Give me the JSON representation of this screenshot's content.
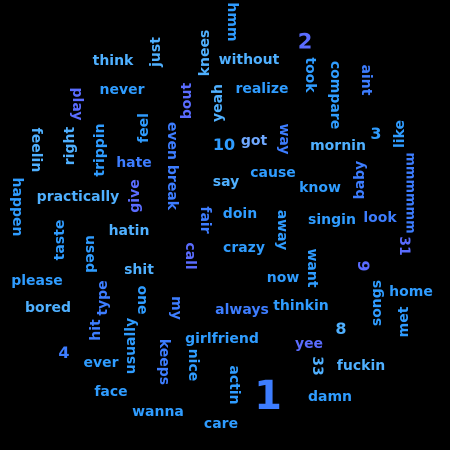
{
  "words": {
    "hmm": "hmm",
    "two": "2",
    "think": "think",
    "just": "just",
    "knees": "knees",
    "without": "without",
    "took": "took",
    "compare": "compare",
    "aint": "aint",
    "never": "never",
    "bout": "bout",
    "yeah": "yeah",
    "realize": "realize",
    "play": "play",
    "feelin": "feelin",
    "right": "right",
    "trippin": "trippin",
    "feel": "feel",
    "even_break": "even break",
    "ten": "10",
    "got": "got",
    "way": "way",
    "mornin": "mornin",
    "three": "3",
    "like": "like",
    "hate": "hate",
    "mmmmmm": "mmmmmm",
    "cause": "cause",
    "baby": "baby",
    "say": "say",
    "know": "know",
    "happen": "happen",
    "practically": "practically",
    "give": "give",
    "doin": "doin",
    "fair": "fair",
    "away": "away",
    "singin": "singin",
    "look": "look",
    "taste": "taste",
    "hatin": "hatin",
    "used": "used",
    "call": "call",
    "crazy": "crazy",
    "thirtyone": "31",
    "shit": "shit",
    "want": "want",
    "nine": "9",
    "please": "please",
    "now": "now",
    "type": "type",
    "one_word": "one",
    "songs": "songs",
    "home": "home",
    "bored": "bored",
    "my": "my",
    "always": "always",
    "thinkin": "thinkin",
    "met": "met",
    "hit": "hit",
    "usually": "usually",
    "eight": "8",
    "girlfriend": "girlfriend",
    "yee": "yee",
    "four": "4",
    "keeps": "keeps",
    "ever": "ever",
    "nice": "nice",
    "thirtythree": "33",
    "fuckin": "fuckin",
    "actin": "actin",
    "one_big": "1",
    "face": "face",
    "damn": "damn",
    "wanna": "wanna",
    "care": "care"
  }
}
